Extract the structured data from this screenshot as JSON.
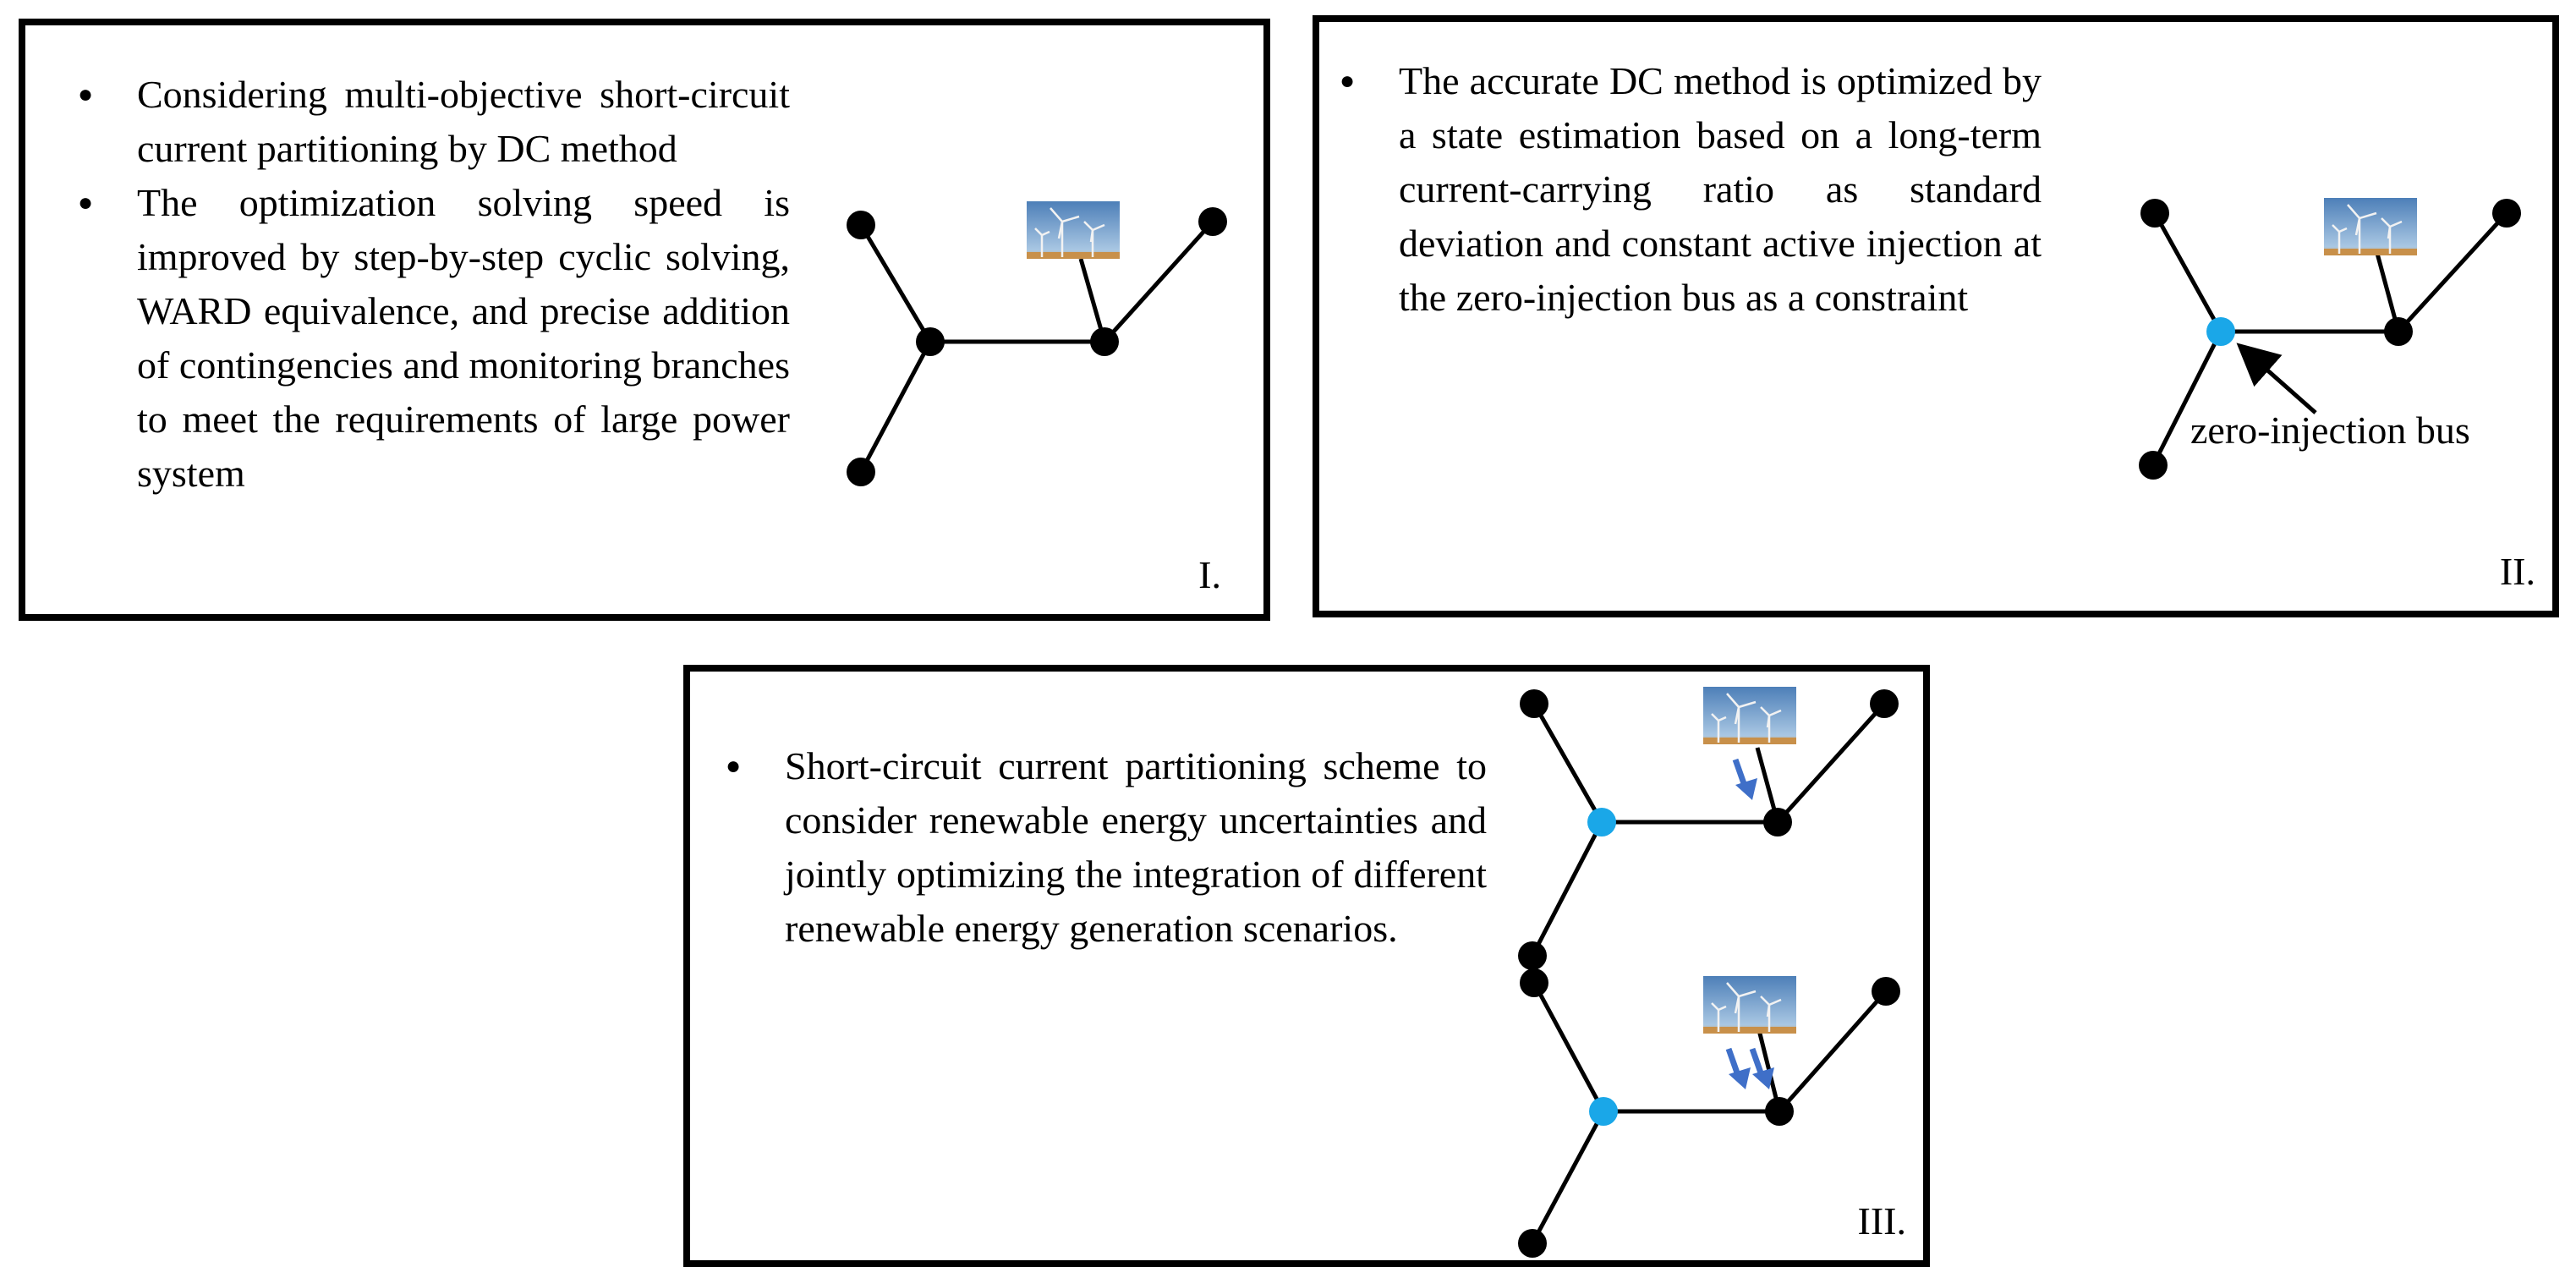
{
  "panels": [
    {
      "label": "I.",
      "bullets": [
        "Considering multi-objective short-circuit current partitioning by DC method",
        "The optimization solving speed is improved by  step-by-step cyclic solving, WARD equivalence, and precise addition of contingencies and monitoring branches to meet the requirements of large power system"
      ]
    },
    {
      "label": "II.",
      "bullets": [
        "The accurate DC method is optimized by  a state estimation based on a long-term current-carrying ratio as standard deviation and constant active injection at the zero-injection bus as a constraint"
      ],
      "annotation": "zero-injection bus"
    },
    {
      "label": "III.",
      "bullets": [
        "Short-circuit current partitioning scheme to consider renewable energy uncertainties and jointly optimizing the integration of different renewable energy generation scenarios."
      ]
    }
  ],
  "colors": {
    "border": "#000000",
    "node": "#000000",
    "zero_injection_node": "#1aa7e8",
    "arrow_blue": "#3f6fc8",
    "sky_top": "#4d7fb8",
    "sky_bottom": "#a8c6e2",
    "ground": "#c8904a"
  },
  "icons": {
    "generator": "wind-turbine-photo-icon",
    "bullet": "bullet-dot-icon"
  }
}
